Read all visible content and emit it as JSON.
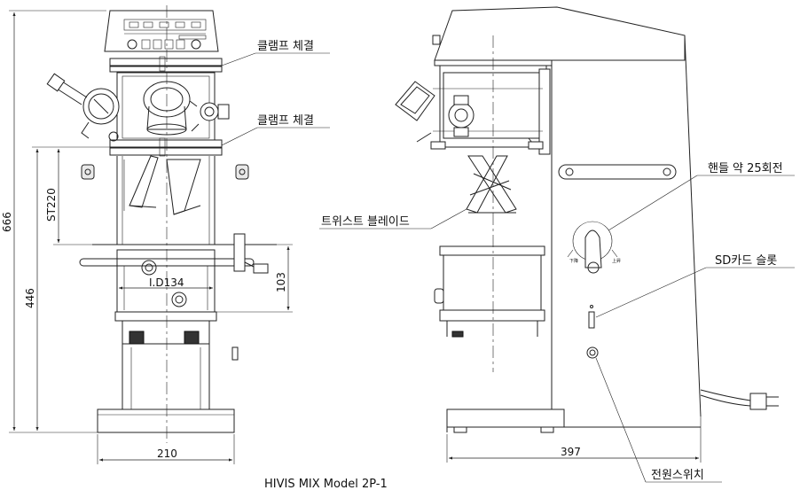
{
  "caption": "HIVIS MIX Model 2P-1",
  "labels": {
    "clamp_top": "클램프 체결",
    "clamp_mid": "클램프 체결",
    "twist_blade": "트위스트 블레이드",
    "handle": "핸들 약 25회전",
    "sd_slot": "SD카드 슬롯",
    "power_switch": "전원스위치"
  },
  "dimensions": {
    "total_height": "666",
    "base_height": "446",
    "stroke": "ST220",
    "inner_diameter": "I.D134",
    "tank_depth": "103",
    "front_width": "210",
    "side_depth": "397"
  }
}
